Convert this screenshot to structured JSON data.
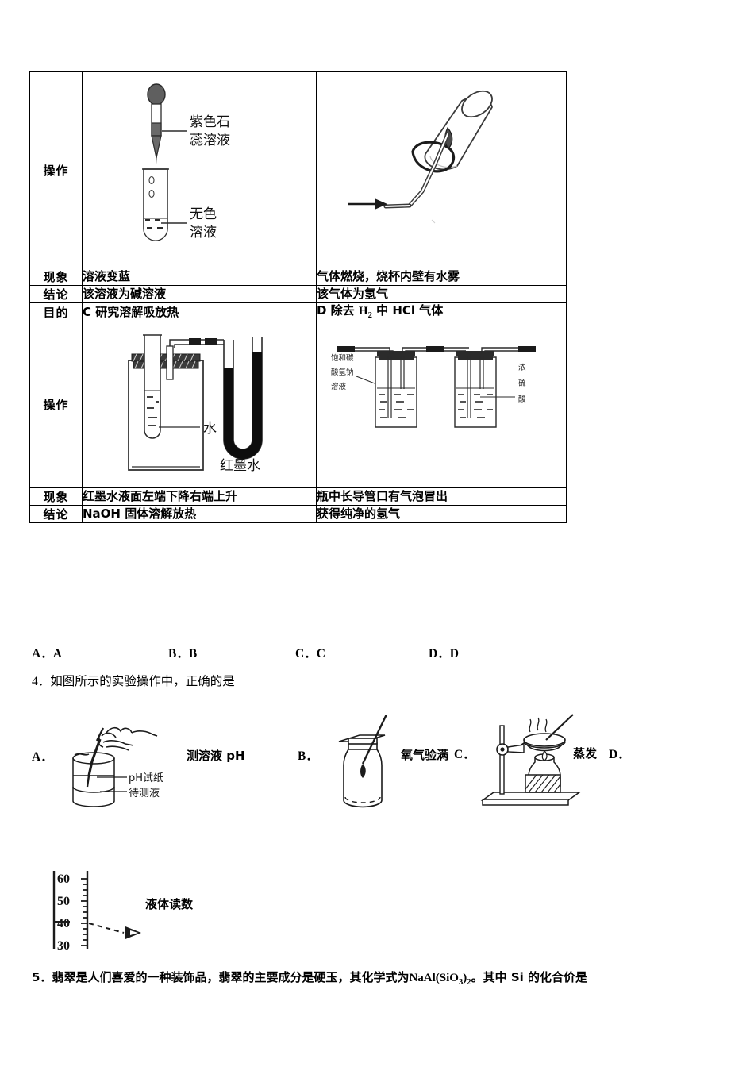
{
  "table": {
    "rows": [
      {
        "label": "操作",
        "type": "figure",
        "figure_left": "dropper-testtube-diagram",
        "figure_right": "gas-burning-beaker-diagram"
      },
      {
        "label": "现象",
        "type": "text",
        "left": "溶液变蓝",
        "right": "气体燃烧，烧杯内壁有水雾"
      },
      {
        "label": "结论",
        "type": "text",
        "left": "该溶液为碱溶液",
        "right": "该气体为氢气"
      },
      {
        "label": "目的",
        "type": "text",
        "left": "C 研究溶解吸放热",
        "right_prefix": "D 除去 ",
        "right_formula": "H2",
        "right_suffix": " 中 HCl 气体"
      },
      {
        "label": "操作",
        "type": "figure",
        "figure_left": "naoh-dissolution-utube-diagram",
        "figure_right": "gas-washing-bottles-diagram"
      },
      {
        "label": "现象",
        "type": "text",
        "left": "红墨水液面左端下降右端上升",
        "right": "瓶中长导管口有气泡冒出"
      },
      {
        "label": "结论",
        "type": "text",
        "left": "NaOH 固体溶解放热",
        "right": "获得纯净的氢气"
      }
    ]
  },
  "figure_labels": {
    "purple_litmus": "紫色石",
    "purple_litmus2": "蕊溶液",
    "colorless": "无色",
    "colorless2": "溶液",
    "water": "水",
    "red_ink": "红墨水",
    "sat_bicarb_1": "饱和碳",
    "sat_bicarb_2": "酸氢钠",
    "sat_bicarb_3": "溶液",
    "conc_acid_1": "浓",
    "conc_acid_2": "硫",
    "conc_acid_3": "酸",
    "ph_paper": "pH试纸",
    "test_liquid": "待测液",
    "cylinder_ticks": [
      "60",
      "50",
      "40",
      "30"
    ]
  },
  "answer_row": {
    "a": "A．A",
    "b": "B．B",
    "c": "C．C",
    "d": "D．D"
  },
  "question4": {
    "number": "4．",
    "text": "如图所示的实验操作中，正确的是",
    "options": [
      {
        "letter": "A．",
        "caption": "测溶液 pH"
      },
      {
        "letter": "B．",
        "caption": "氧气验满"
      },
      {
        "letter": "C．",
        "caption": "蒸发"
      },
      {
        "letter": "D．",
        "caption": ""
      }
    ],
    "cylinder_caption": "液体读数"
  },
  "question5": {
    "number": "5．",
    "text_part1": "翡翠是人们喜爱的一种装饰品，翡翠的主要成分是硬玉，其化学式为",
    "formula_a": "NaAl(SiO",
    "formula_sub1": "3",
    "formula_b": ")",
    "formula_sub2": "2",
    "text_part2": "。其中 Si 的化合价是"
  },
  "colors": {
    "ink": "#000000",
    "line": "#1a1a1a",
    "fill_dark": "#151515"
  }
}
